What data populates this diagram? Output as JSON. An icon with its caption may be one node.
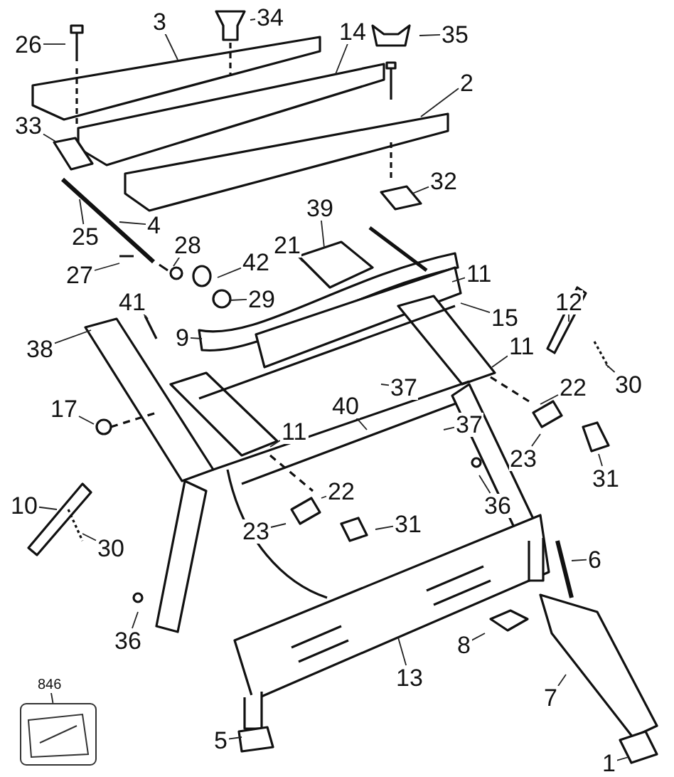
{
  "diagram": {
    "nodes": [
      {
        "text": [
          "3"
        ]
      },
      {
        "text": [
          "34"
        ]
      },
      {
        "text": [
          "26"
        ]
      },
      {
        "text": [
          "14"
        ]
      },
      {
        "text": [
          "35"
        ]
      },
      {
        "text": [
          "2"
        ]
      },
      {
        "text": [
          "33"
        ]
      },
      {
        "text": [
          "32"
        ]
      },
      {
        "text": [
          "4"
        ]
      },
      {
        "text": [
          "39"
        ]
      },
      {
        "text": [
          "25"
        ]
      },
      {
        "text": [
          "28"
        ]
      },
      {
        "text": [
          "42"
        ]
      },
      {
        "text": [
          "21"
        ]
      },
      {
        "text": [
          "27"
        ]
      },
      {
        "text": [
          "11"
        ]
      },
      {
        "text": [
          "29"
        ]
      },
      {
        "text": [
          "15"
        ]
      },
      {
        "text": [
          "41"
        ]
      },
      {
        "text": [
          "9"
        ]
      },
      {
        "text": [
          "12"
        ]
      },
      {
        "text": [
          "38"
        ]
      },
      {
        "text": [
          "11"
        ]
      },
      {
        "text": [
          "30"
        ]
      },
      {
        "text": [
          "22"
        ]
      },
      {
        "text": [
          "37"
        ]
      },
      {
        "text": [
          "17"
        ]
      },
      {
        "text": [
          "40"
        ]
      },
      {
        "text": [
          "37"
        ]
      },
      {
        "text": [
          "11"
        ]
      },
      {
        "text": [
          "23"
        ]
      },
      {
        "text": [
          "31"
        ]
      },
      {
        "text": [
          "36"
        ]
      },
      {
        "text": [
          "22"
        ]
      },
      {
        "text": [
          "10"
        ]
      },
      {
        "text": [
          "23"
        ]
      },
      {
        "text": [
          "31"
        ]
      },
      {
        "text": [
          "6"
        ]
      },
      {
        "text": [
          "30"
        ]
      },
      {
        "text": [
          "8"
        ]
      },
      {
        "text": [
          "36"
        ]
      },
      {
        "text": [
          "13"
        ]
      },
      {
        "text": [
          "7"
        ]
      },
      {
        "text": [
          "846"
        ]
      },
      {
        "text": [],
        "shape": "picture"
      },
      {
        "text": [
          "5"
        ]
      },
      {
        "text": [
          "1"
        ]
      }
    ],
    "edges": [
      {
        "from": 0,
        "to": null,
        "arrow": "none"
      },
      {
        "from": 1,
        "to": null,
        "arrow": "none"
      },
      {
        "from": 2,
        "to": null,
        "arrow": "none"
      },
      {
        "from": 3,
        "to": null,
        "arrow": "none"
      },
      {
        "from": 4,
        "to": null,
        "arrow": "none"
      },
      {
        "from": 5,
        "to": null,
        "arrow": "none"
      },
      {
        "from": 6,
        "to": null,
        "arrow": "none"
      },
      {
        "from": 7,
        "to": null,
        "arrow": "none"
      },
      {
        "from": 8,
        "to": null,
        "arrow": "none"
      },
      {
        "from": 9,
        "to": null,
        "arrow": "none"
      },
      {
        "from": 10,
        "to": null,
        "arrow": "none"
      },
      {
        "from": 11,
        "to": null,
        "arrow": "none"
      },
      {
        "from": 12,
        "to": null,
        "arrow": "none"
      },
      {
        "from": 13,
        "to": null,
        "arrow": "none"
      },
      {
        "from": 14,
        "to": null,
        "arrow": "none"
      },
      {
        "from": 15,
        "to": null,
        "arrow": "none"
      },
      {
        "from": 16,
        "to": null,
        "arrow": "none"
      },
      {
        "from": 17,
        "to": null,
        "arrow": "none"
      },
      {
        "from": 18,
        "to": null,
        "arrow": "none"
      },
      {
        "from": 19,
        "to": null,
        "arrow": "none"
      },
      {
        "from": 20,
        "to": null,
        "arrow": "none"
      },
      {
        "from": 21,
        "to": null,
        "arrow": "none"
      },
      {
        "from": 22,
        "to": null,
        "arrow": "none"
      },
      {
        "from": 23,
        "to": null,
        "arrow": "none"
      },
      {
        "from": 24,
        "to": null,
        "arrow": "none"
      },
      {
        "from": 25,
        "to": null,
        "arrow": "none"
      },
      {
        "from": 26,
        "to": null,
        "arrow": "none"
      },
      {
        "from": 27,
        "to": null,
        "arrow": "none"
      },
      {
        "from": 28,
        "to": null,
        "arrow": "none"
      },
      {
        "from": 29,
        "to": null,
        "arrow": "none"
      },
      {
        "from": 30,
        "to": null,
        "arrow": "none"
      },
      {
        "from": 31,
        "to": null,
        "arrow": "none"
      },
      {
        "from": 32,
        "to": null,
        "arrow": "none"
      },
      {
        "from": 33,
        "to": null,
        "arrow": "none"
      },
      {
        "from": 34,
        "to": null,
        "arrow": "none"
      },
      {
        "from": 35,
        "to": null,
        "arrow": "none"
      },
      {
        "from": 36,
        "to": null,
        "arrow": "none"
      },
      {
        "from": 37,
        "to": null,
        "arrow": "none"
      },
      {
        "from": 38,
        "to": null,
        "arrow": "none"
      },
      {
        "from": 39,
        "to": null,
        "arrow": "none"
      },
      {
        "from": 40,
        "to": null,
        "arrow": "none"
      },
      {
        "from": 41,
        "to": null,
        "arrow": "none"
      },
      {
        "from": 42,
        "to": null,
        "arrow": "none"
      },
      {
        "from": 43,
        "to": 44,
        "arrow": "none"
      },
      {
        "from": 45,
        "to": null,
        "arrow": "none"
      },
      {
        "from": 46,
        "to": null,
        "arrow": "none"
      }
    ]
  }
}
